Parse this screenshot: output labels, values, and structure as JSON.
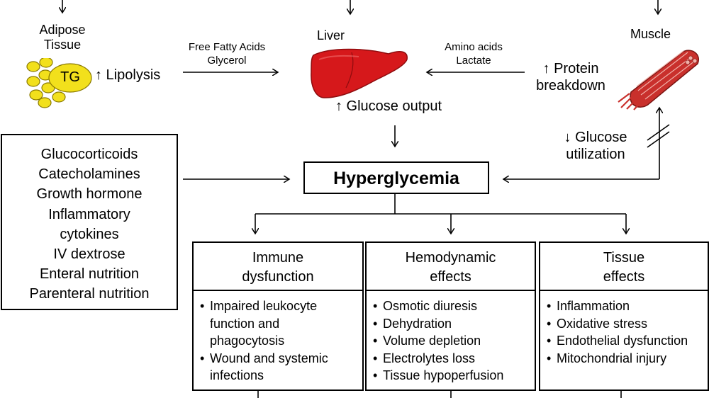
{
  "organs": {
    "adipose": {
      "label_line1": "Adipose",
      "label_line2": "Tissue",
      "tg": "TG",
      "process": "↑ Lipolysis"
    },
    "liver": {
      "label": "Liver",
      "output": "↑ Glucose output"
    },
    "muscle": {
      "label": "Muscle",
      "process_line1": "↑ Protein",
      "process_line2": "breakdown"
    }
  },
  "flows": {
    "adipose_to_liver_line1": "Free Fatty Acids",
    "adipose_to_liver_line2": "Glycerol",
    "muscle_to_liver_line1": "Amino acids",
    "muscle_to_liver_line2": "Lactate",
    "glucose_util_line1": "↓ Glucose",
    "glucose_util_line2": "utilization"
  },
  "causes": [
    "Glucocorticoids",
    "Catecholamines",
    "Growth hormone",
    "Inflammatory",
    "cytokines",
    "IV dextrose",
    "Enteral nutrition",
    "Parenteral nutrition"
  ],
  "center": "Hyperglycemia",
  "effects": [
    {
      "title_line1": "Immune",
      "title_line2": "dysfunction",
      "items": [
        "Impaired leukocyte function and phagocytosis",
        "Wound and systemic infections"
      ]
    },
    {
      "title_line1": "Hemodynamic",
      "title_line2": "effects",
      "items": [
        "Osmotic diuresis",
        "Dehydration",
        "Volume depletion",
        "Electrolytes loss",
        "Tissue hypoperfusion"
      ]
    },
    {
      "title_line1": "Tissue",
      "title_line2": "effects",
      "items": [
        "Inflammation",
        "Oxidative stress",
        "Endothelial dysfunction",
        "Mitochondrial injury"
      ]
    }
  ],
  "colors": {
    "fat": "#f2e01c",
    "fat_stroke": "#8a7a00",
    "liver": "#d6181b",
    "liver_dark": "#8e0c0e",
    "muscle": "#c9302c",
    "muscle_light": "#f1b0a8"
  }
}
